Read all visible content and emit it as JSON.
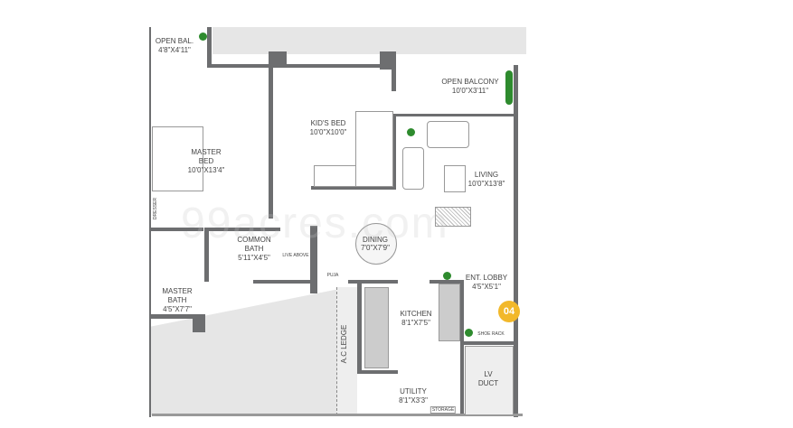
{
  "rooms": {
    "open_bal": {
      "name": "OPEN BAL.",
      "size": "4'8\"X4'11\""
    },
    "kids_bed": {
      "name": "KID'S BED",
      "size": "10'0\"X10'0\""
    },
    "open_balcony": {
      "name": "OPEN BALCONY",
      "size": "10'0\"X3'11\""
    },
    "master_bed": {
      "name1": "MASTER",
      "name2": "BED",
      "size": "10'0\"X13'4\""
    },
    "living": {
      "name": "LIVING",
      "size": "10'0\"X13'8\""
    },
    "dining": {
      "name": "DINING",
      "size": "7'0\"X7'9\""
    },
    "common_bath": {
      "name1": "COMMON",
      "name2": "BATH",
      "size": "5'11\"X4'5\""
    },
    "master_bath": {
      "name1": "MASTER",
      "name2": "BATH",
      "size": "4'5\"X7'7\""
    },
    "ent_lobby": {
      "name": "ENT. LOBBY",
      "size": "4'5\"X5'1\""
    },
    "kitchen": {
      "name": "KITCHEN",
      "size": "8'1\"X7'5\""
    },
    "utility": {
      "name": "UTILITY",
      "size": "8'1\"X3'3\""
    },
    "lv_duct": {
      "name1": "LV",
      "name2": "DUCT"
    }
  },
  "small_labels": {
    "puja": "PUJA",
    "lift_above": "LIVE ABOVE",
    "shoe_rack": "SHOE RACK",
    "storage": "STORAGE",
    "ac_ledge": "A.C LEDGE",
    "dresser": "DRESSER"
  },
  "unit_badge": "04",
  "watermark": "99acres.com",
  "colors": {
    "wall": "#6d6e70",
    "badge": "#f2b82a",
    "plant": "#2e8b2e",
    "outside": "#e6e6e6"
  }
}
